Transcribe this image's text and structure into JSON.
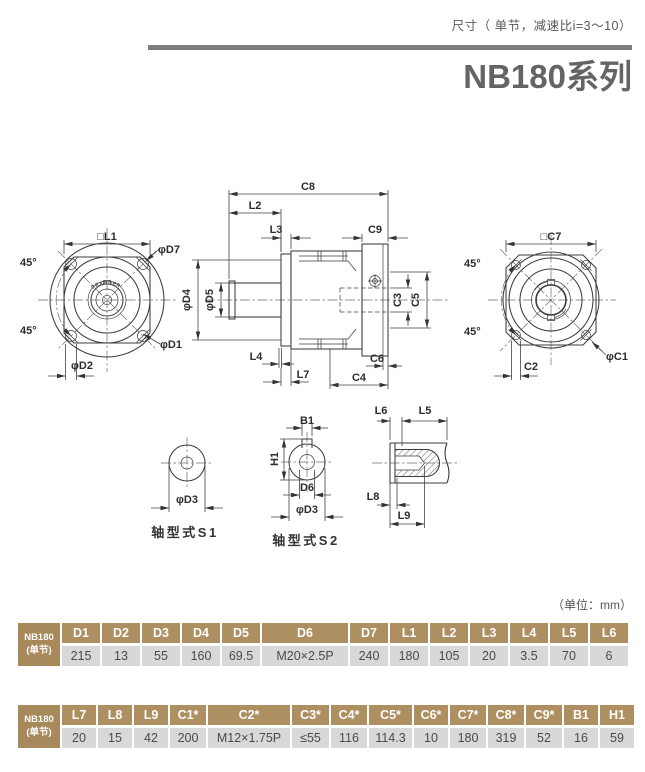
{
  "page": {
    "subtitle": "尺寸（ 单节，减速比i=3～10）",
    "title": "NB180系列",
    "unit_note": "（单位：mm）"
  },
  "drawing": {
    "logo": "DEANDER",
    "front": {
      "l1": "□L1",
      "d7": "φD7",
      "d1": "φD1",
      "d2": "φD2",
      "a1": "45°",
      "a2": "45°"
    },
    "side": {
      "c8": "C8",
      "l2": "L2",
      "l3": "L3",
      "c9": "C9",
      "d4": "φD4",
      "d5": "φD5",
      "c3": "C3",
      "c5": "C5",
      "l4": "L4",
      "l7": "L7",
      "c6": "C6",
      "c4": "C4"
    },
    "output": {
      "c7": "□C7",
      "a1": "45°",
      "a2": "45°",
      "c1": "φC1",
      "c2": "C2"
    },
    "s1": {
      "d3": "φD3",
      "caption": "轴型式S1"
    },
    "s2": {
      "b1": "B1",
      "h1": "H1",
      "d6": "D6",
      "d3": "φD3",
      "caption": "轴型式S2"
    },
    "bore": {
      "l6": "L6",
      "l5": "L5",
      "l8": "L8",
      "l9": "L9"
    }
  },
  "table1": {
    "label1": "NB180",
    "label2": "(单节)",
    "columns": [
      "D1",
      "D2",
      "D3",
      "D4",
      "D5",
      "D6",
      "D7",
      "L1",
      "L2",
      "L3",
      "L4",
      "L5",
      "L6"
    ],
    "values": [
      "215",
      "13",
      "55",
      "160",
      "69.5",
      "M20×2.5P",
      "240",
      "180",
      "105",
      "20",
      "3.5",
      "70",
      "6"
    ]
  },
  "table2": {
    "label1": "NB180",
    "label2": "(单节)",
    "columns": [
      "L7",
      "L8",
      "L9",
      "C1*",
      "C2*",
      "C3*",
      "C4*",
      "C5*",
      "C6*",
      "C7*",
      "C8*",
      "C9*",
      "B1",
      "H1"
    ],
    "values": [
      "20",
      "15",
      "42",
      "200",
      "M12×1.75P",
      "≤55",
      "116",
      "114.3",
      "10",
      "180",
      "319",
      "52",
      "16",
      "59"
    ]
  },
  "colors": {
    "table_header_bg": "#ae8f61",
    "table_label_bg": "#a8895b",
    "table_value_bg": "#d8d8d8",
    "divider": "#7d7d7e",
    "title_text": "#636466",
    "drawing_line": "#3c3c3c"
  }
}
